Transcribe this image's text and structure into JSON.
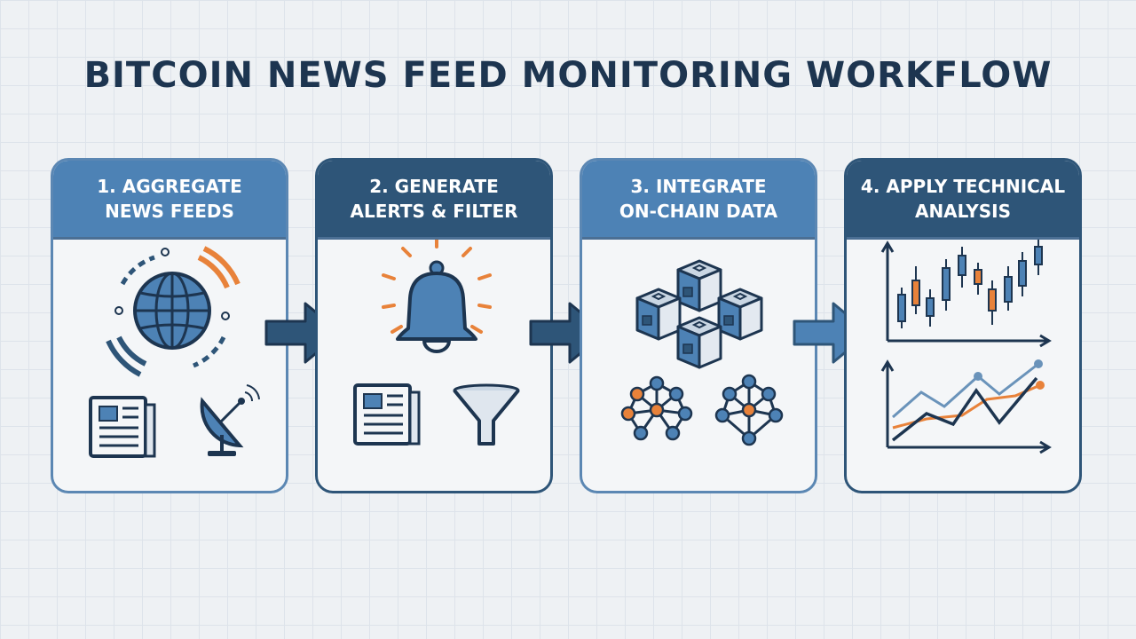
{
  "title": "BITCOIN NEWS FEED MONITORING WORKFLOW",
  "steps": [
    {
      "line1": "1. AGGREGATE",
      "line2": "NEWS FEEDS",
      "icons": [
        "globe-broadcast-icon",
        "newspaper-icon",
        "satellite-dish-icon"
      ]
    },
    {
      "line1": "2. GENERATE",
      "line2": "ALERTS & FILTER",
      "icons": [
        "bell-icon",
        "newspaper-icon",
        "funnel-icon"
      ]
    },
    {
      "line1": "3. INTEGRATE",
      "line2": "ON-CHAIN DATA",
      "icons": [
        "blockchain-blocks-icon",
        "network-node-icon",
        "network-node-icon"
      ]
    },
    {
      "line1": "4. APPLY TECHNICAL",
      "line2": "ANALYSIS",
      "icons": [
        "candlestick-chart-icon",
        "line-chart-icon"
      ]
    }
  ],
  "colors": {
    "dark": "#2e5578",
    "mid": "#4d82b5",
    "accent": "#e8823a",
    "ink": "#1d3550"
  }
}
